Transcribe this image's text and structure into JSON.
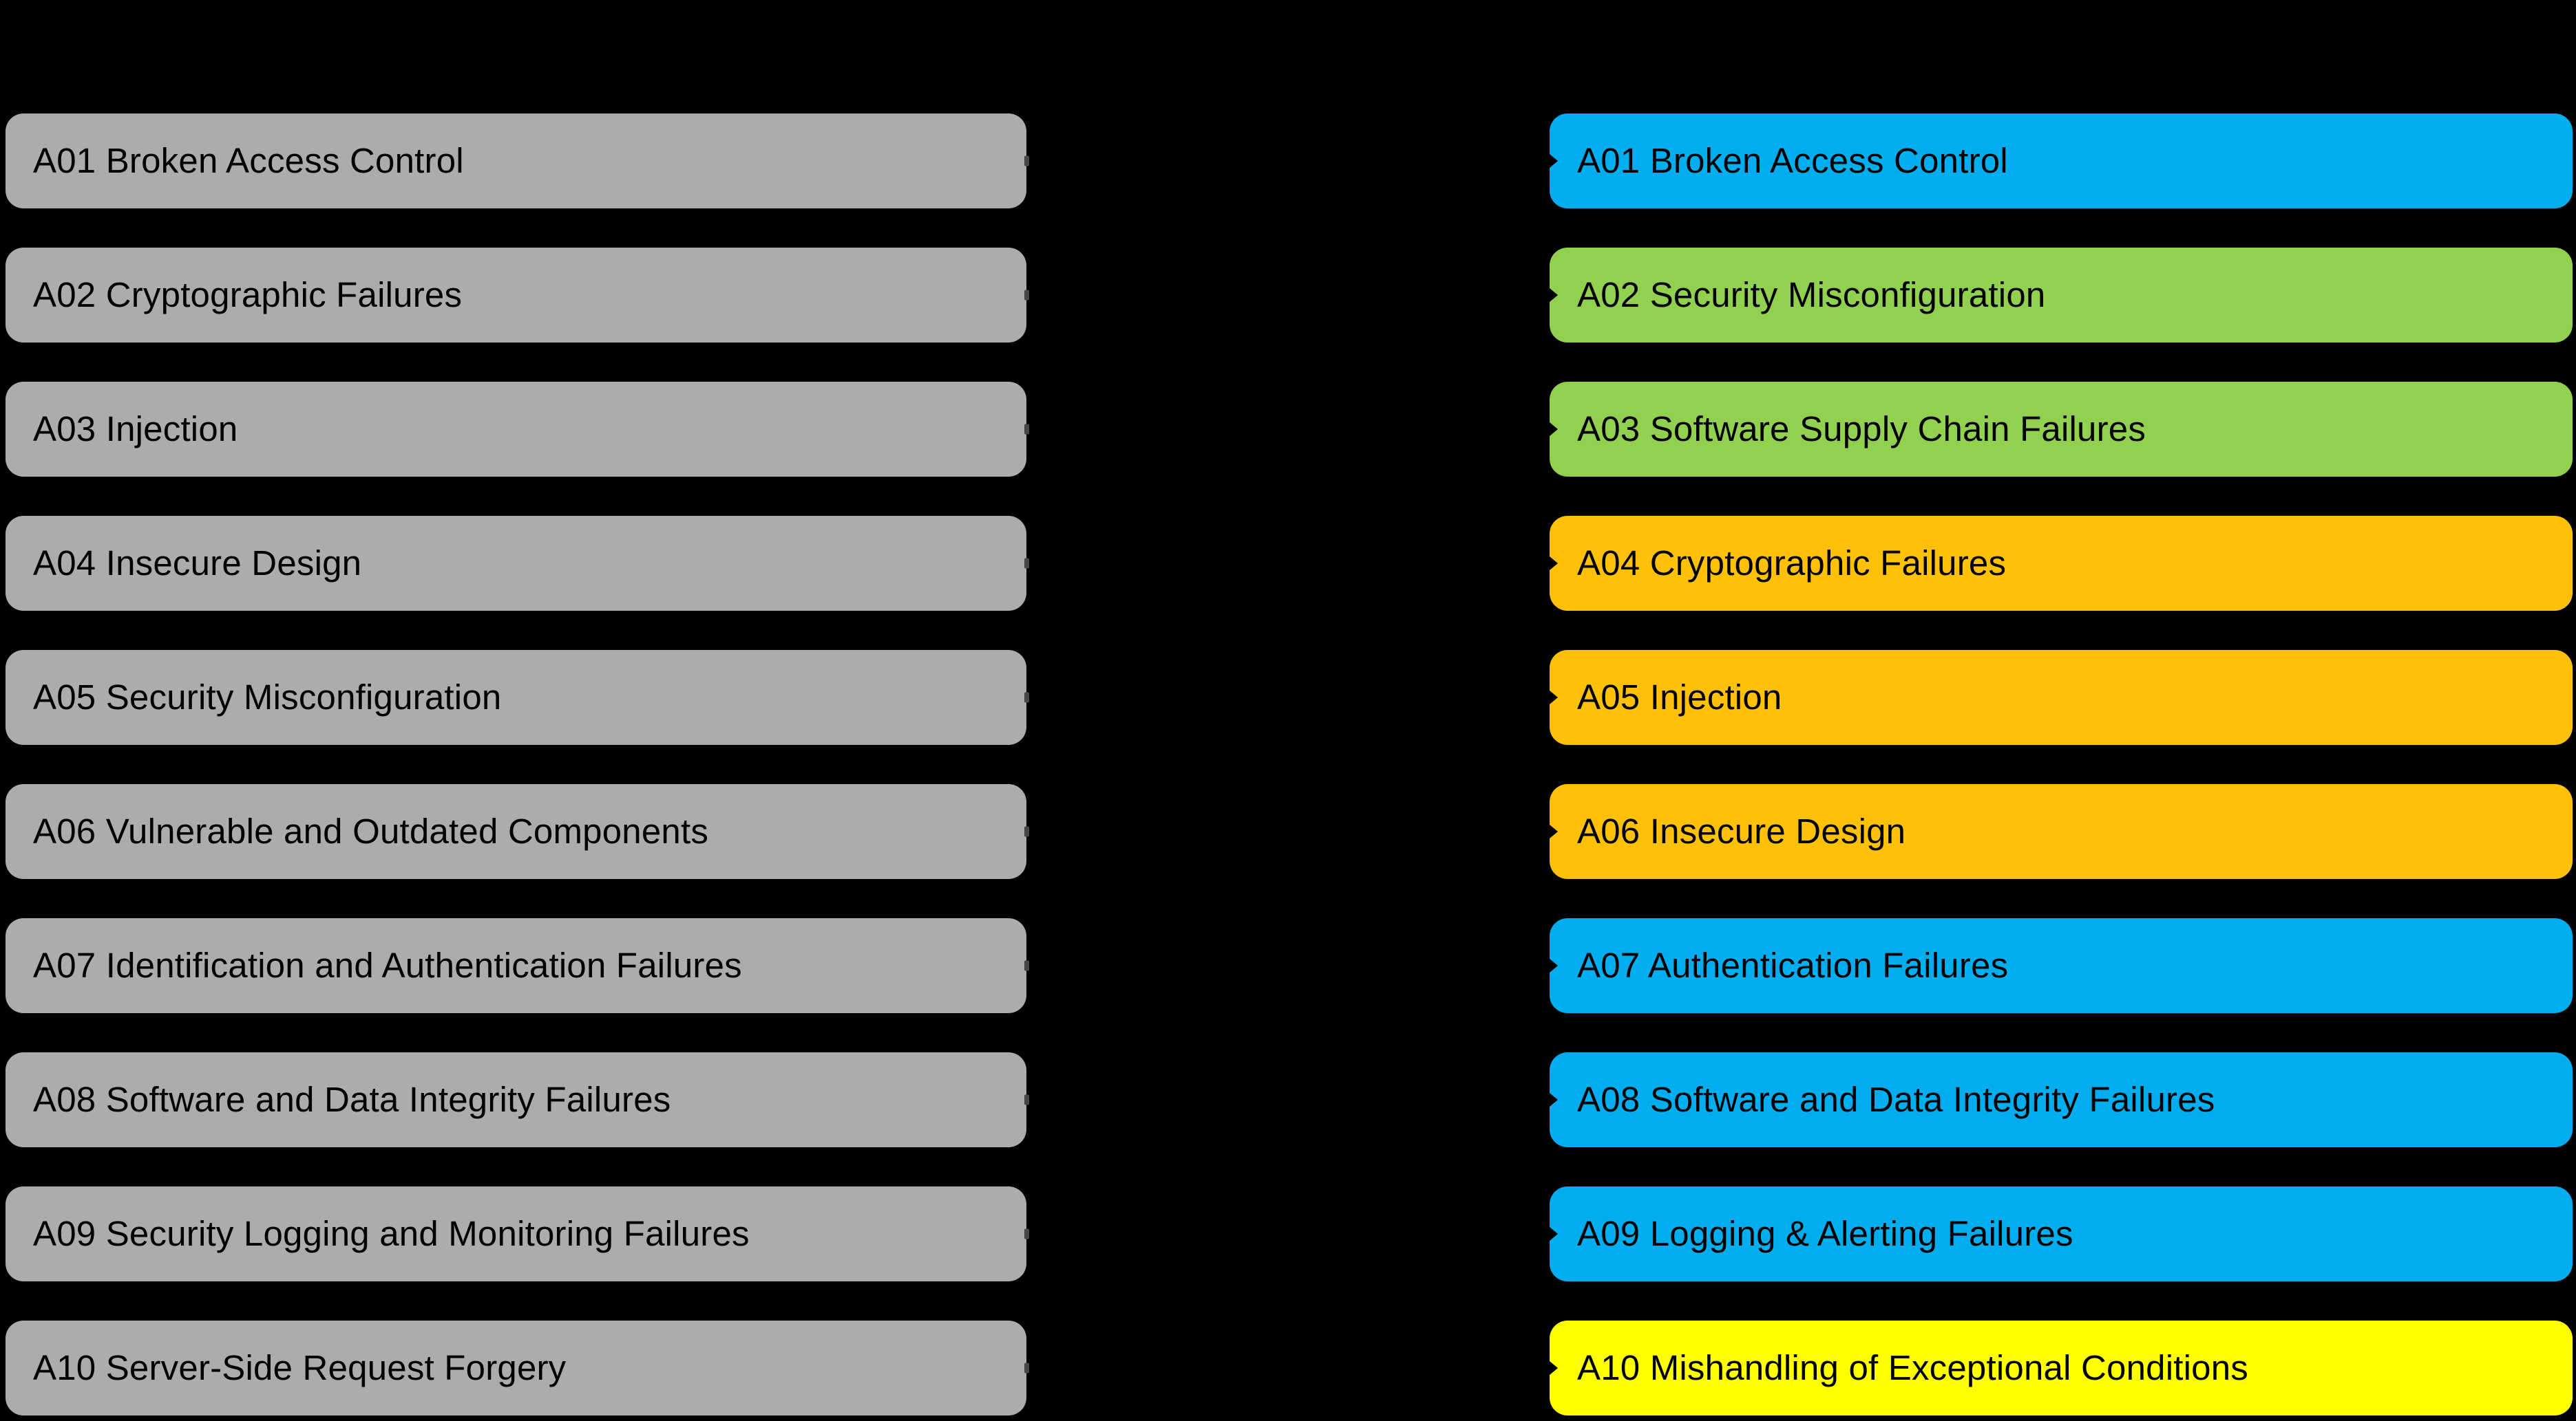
{
  "meta": {
    "description": "Comparison of OWASP Top 10 categories, old list (gray) to new list (color-coded)",
    "background_color": "#000000",
    "text_color": "#000000"
  },
  "colors": {
    "gray": "#ACACAC",
    "blue": "#00AEEF",
    "green": "#92D050",
    "amber": "#FFC107",
    "yellow": "#FFFF00"
  },
  "left_column": {
    "name": "owasp-top10-old-list",
    "items": [
      {
        "label": "A01 Broken Access Control",
        "color": "gray"
      },
      {
        "label": "A02 Cryptographic Failures",
        "color": "gray"
      },
      {
        "label": "A03 Injection",
        "color": "gray"
      },
      {
        "label": "A04 Insecure Design",
        "color": "gray"
      },
      {
        "label": "A05 Security Misconfiguration",
        "color": "gray"
      },
      {
        "label": "A06 Vulnerable and Outdated Components",
        "color": "gray"
      },
      {
        "label": "A07 Identification and Authentication Failures",
        "color": "gray"
      },
      {
        "label": "A08 Software and Data Integrity Failures",
        "color": "gray"
      },
      {
        "label": "A09 Security Logging and Monitoring Failures",
        "color": "gray"
      },
      {
        "label": "A10 Server-Side Request Forgery",
        "color": "gray"
      }
    ]
  },
  "right_column": {
    "name": "owasp-top10-new-list",
    "items": [
      {
        "label": "A01 Broken Access Control",
        "color": "blue"
      },
      {
        "label": "A02 Security Misconfiguration",
        "color": "green"
      },
      {
        "label": "A03 Software Supply Chain Failures",
        "color": "green"
      },
      {
        "label": "A04 Cryptographic Failures",
        "color": "amber"
      },
      {
        "label": "A05 Injection",
        "color": "amber"
      },
      {
        "label": "A06 Insecure Design",
        "color": "amber"
      },
      {
        "label": "A07 Authentication Failures",
        "color": "blue"
      },
      {
        "label": "A08 Software and Data Integrity Failures",
        "color": "blue"
      },
      {
        "label": "A09 Logging & Alerting Failures",
        "color": "blue"
      },
      {
        "label": "A10 Mishandling of Exceptional Conditions",
        "color": "yellow"
      }
    ]
  }
}
